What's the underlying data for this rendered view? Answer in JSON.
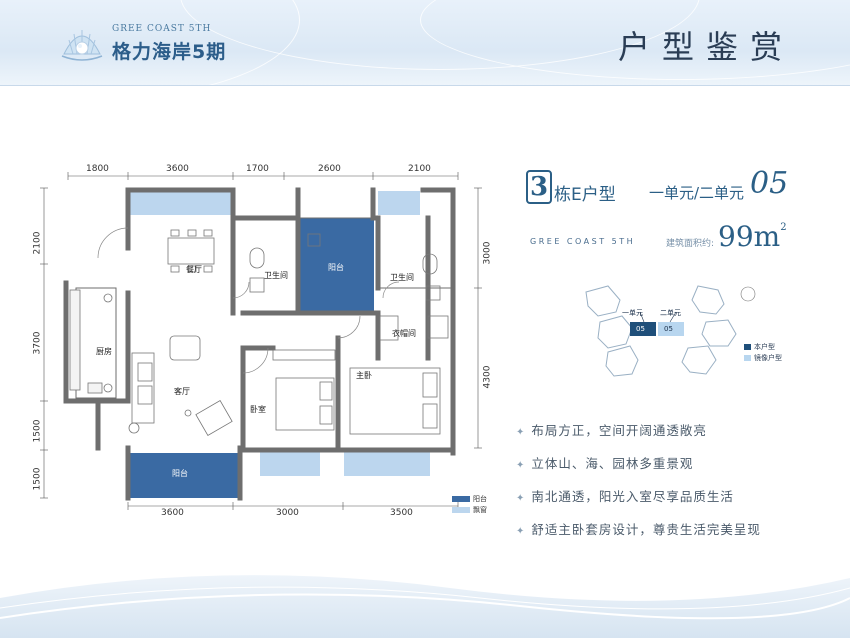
{
  "header": {
    "logo_en": "GREE COAST 5TH",
    "logo_cn": "格力海岸5期",
    "title": "户型鉴赏"
  },
  "unit": {
    "building_number": "3",
    "type": "栋E户型",
    "units": "一单元/二单元",
    "code": "05",
    "sub_en": "GREE COAST 5TH",
    "area_label": "建筑面积约:",
    "area_value": "99m",
    "area_sup": "2"
  },
  "keyplan": {
    "unit1_label": "一单元",
    "unit2_label": "二单元",
    "unit1_code": "05",
    "unit2_code": "05",
    "legend": [
      {
        "label": "本户型",
        "color": "#1f4f7a"
      },
      {
        "label": "镜像户型",
        "color": "#b8d6ef"
      }
    ]
  },
  "features": [
    "布局方正，空间开阔通透敞亮",
    "立体山、海、园林多重景观",
    "南北通透，阳光入室尽享品质生活",
    "舒适主卧套房设计，尊贵生活完美呈现"
  ],
  "plan": {
    "dims_top": [
      "1800",
      "3600",
      "1700",
      "2600",
      "2100"
    ],
    "dims_bottom": [
      "3600",
      "3000",
      "3500"
    ],
    "dims_left": [
      "2100",
      "3700",
      "1500",
      "1500"
    ],
    "dims_right": [
      "3000",
      "4300"
    ],
    "rooms": {
      "dining": "餐厅",
      "kitchen": "厨房",
      "living": "客厅",
      "bath1": "卫生间",
      "balcony_mid": "阳台",
      "bath2": "卫生间",
      "closet": "衣帽间",
      "master": "主卧",
      "bedroom": "卧室",
      "balcony_bottom": "阳台"
    },
    "legend": [
      {
        "label": "阳台",
        "color": "#3a6aa3"
      },
      {
        "label": "飘窗",
        "color": "#bcd6ee"
      }
    ]
  },
  "colors": {
    "accent": "#2b5f86",
    "balcony": "#3a6aa3",
    "bay_window": "#bcd6ee"
  }
}
